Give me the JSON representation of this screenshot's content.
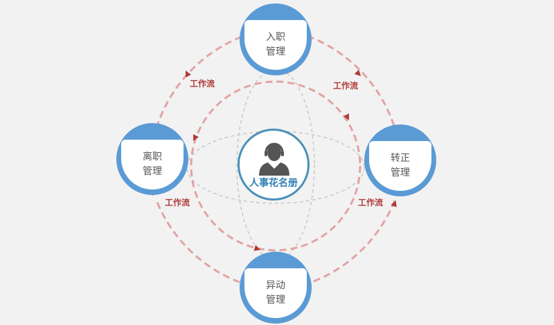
{
  "center": {
    "label": "人事花名册",
    "icon": "user-avatar-icon"
  },
  "nodes": [
    {
      "id": "onboarding",
      "line1": "入职",
      "line2": "管理"
    },
    {
      "id": "resignation",
      "line1": "离职",
      "line2": "管理"
    },
    {
      "id": "regularization",
      "line1": "转正",
      "line2": "管理"
    },
    {
      "id": "transfer",
      "line1": "异动",
      "line2": "管理"
    }
  ],
  "flow_labels": [
    "工作流",
    "工作流",
    "工作流",
    "工作流"
  ],
  "colors": {
    "node_blue": "#5b9bd5",
    "flow_dash": "#e3a3a3",
    "flow_label": "#b03a3a",
    "center_ring": "#4a90b8",
    "avatar": "#555555",
    "orbit_grey": "#c8c8c8"
  }
}
